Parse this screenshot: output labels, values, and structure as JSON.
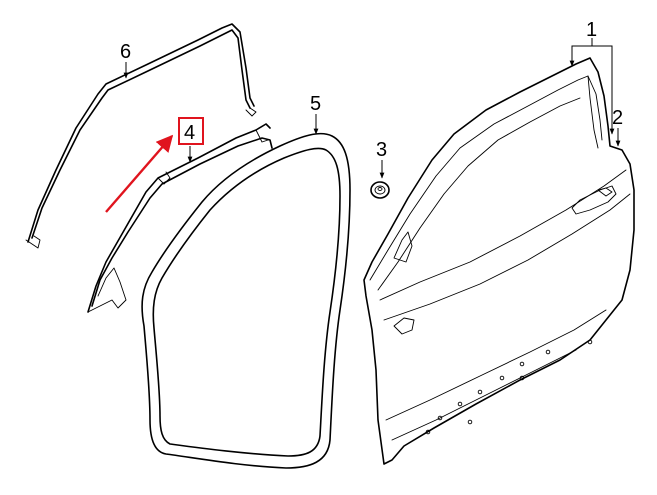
{
  "diagram": {
    "callouts": [
      "1",
      "2",
      "3",
      "4",
      "5",
      "6"
    ],
    "highlight_color": "#e0141e",
    "line_color": "#000000"
  }
}
